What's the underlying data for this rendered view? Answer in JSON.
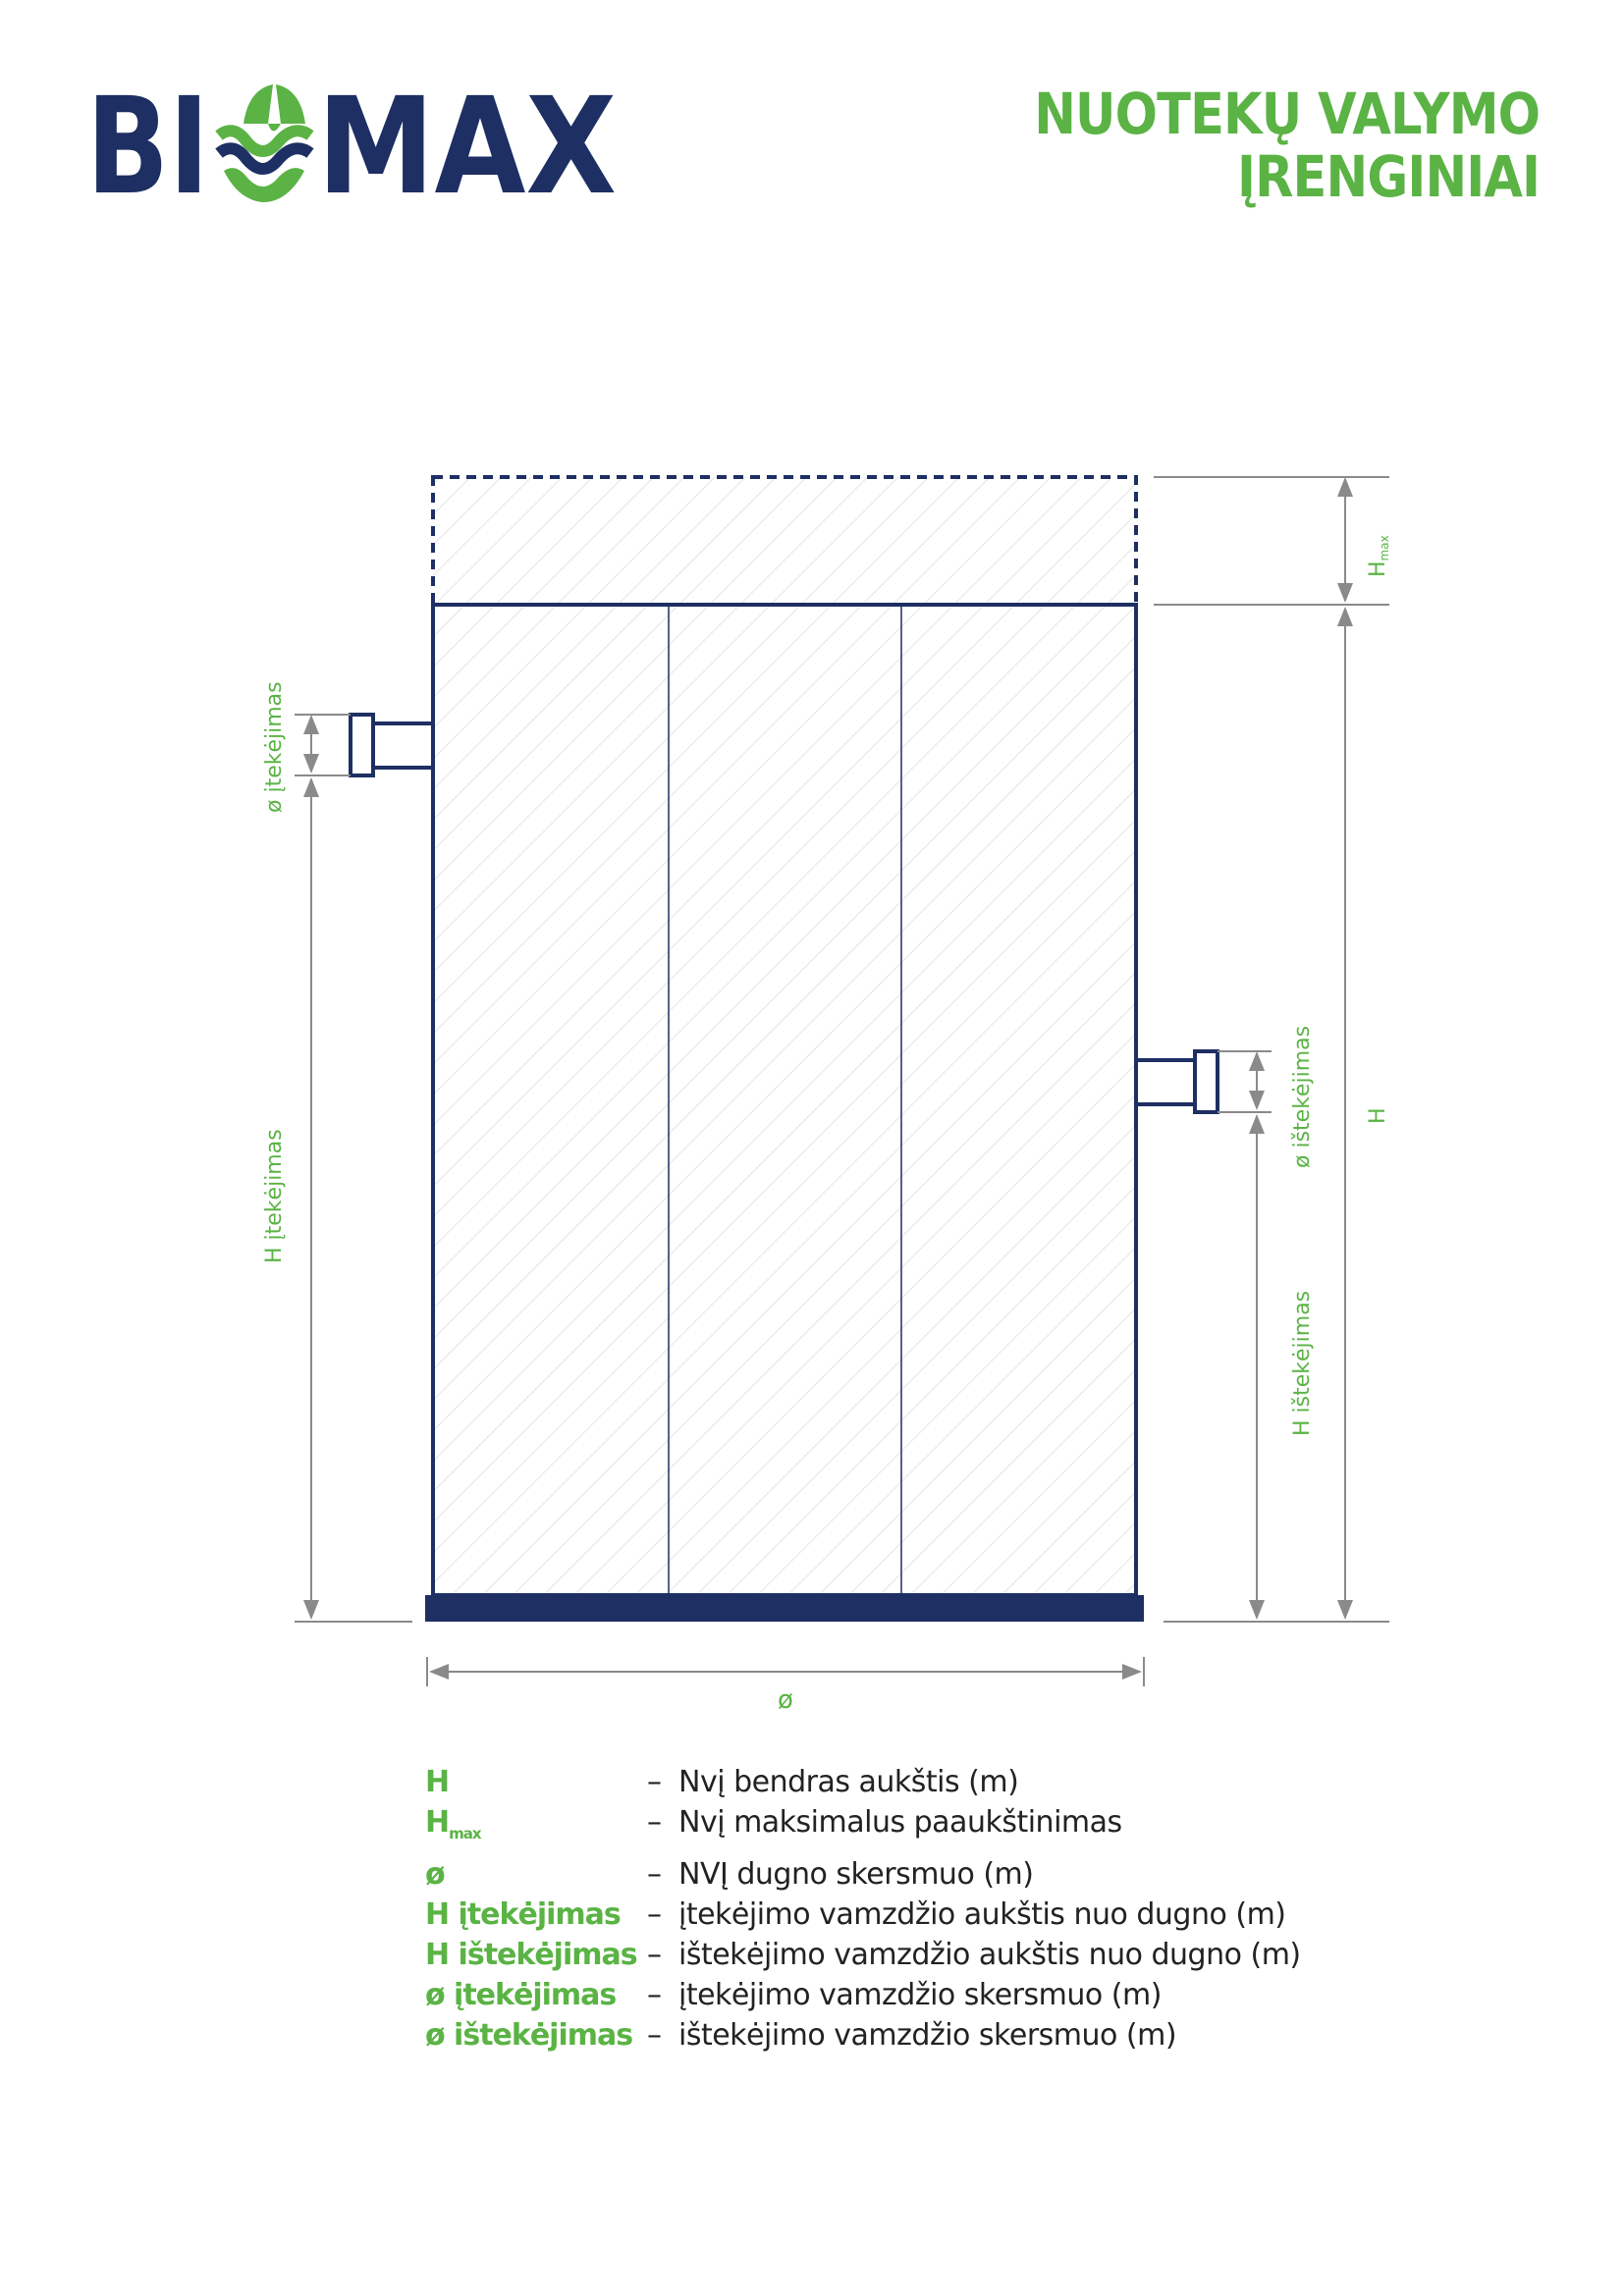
{
  "logo": {
    "text": "BIOMAX",
    "colors": {
      "navy": "#1d2f63",
      "green": "#5ab344"
    }
  },
  "header": {
    "title_line1": "NUOTEKŲ VALYMO",
    "title_line2": "ĮRENGINIAI"
  },
  "diagram": {
    "labels": {
      "h": "H",
      "hmax": "H",
      "hmax_sub": "max",
      "diameter": "ø",
      "h_inlet": "H įtekėjimas",
      "d_inlet": "ø įtekėjimas",
      "h_outlet": "H ištekėjimas",
      "d_outlet": "ø ištekėjimas"
    }
  },
  "legend": [
    {
      "key": "H",
      "desc": "Nvį bendras aukštis (m)"
    },
    {
      "key": "H",
      "sub": "max",
      "desc": "Nvį maksimalus paaukštinimas"
    },
    {
      "key": "ø",
      "desc": "NVĮ dugno skersmuo (m)"
    },
    {
      "key": "H įtekėjimas",
      "desc": "įtekėjimo vamzdžio aukštis nuo dugno (m)"
    },
    {
      "key": "H ištekėjimas",
      "desc": "ištekėjimo vamzdžio aukštis nuo dugno (m)"
    },
    {
      "key": "ø įtekėjimas",
      "desc": "įtekėjimo vamzdžio skersmuo (m)"
    },
    {
      "key": "ø ištekėjimas",
      "desc": "ištekėjimo vamzdžio skersmuo (m)"
    }
  ],
  "legend_dash": "–"
}
